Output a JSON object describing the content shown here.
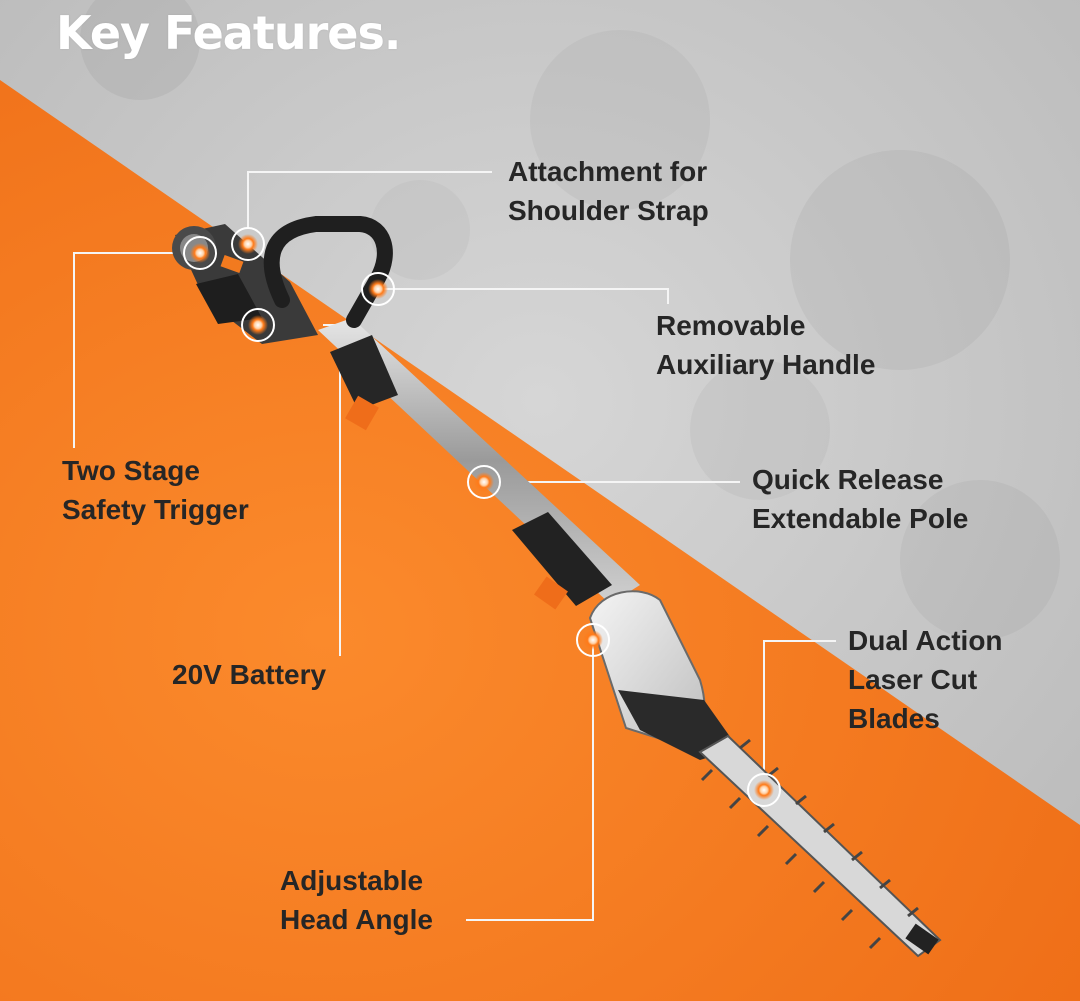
{
  "header": {
    "title": "Key Features."
  },
  "colors": {
    "accent_orange": "#f47a1f",
    "concrete_gray": "#c8c8c8",
    "text_dark": "#262626",
    "callout_line": "#f5f5f5"
  },
  "callouts": {
    "shoulder_strap": {
      "line1": "Attachment for",
      "line2": "Shoulder Strap"
    },
    "auxiliary_handle": {
      "line1": "Removable",
      "line2": "Auxiliary Handle"
    },
    "safety_trigger": {
      "line1": "Two Stage",
      "line2": "Safety Trigger"
    },
    "extendable_pole": {
      "line1": "Quick Release",
      "line2": "Extendable Pole"
    },
    "battery": {
      "line1": "20V Battery"
    },
    "blades": {
      "line1": "Dual Action",
      "line2": "Laser Cut",
      "line3": "Blades"
    },
    "head_angle": {
      "line1": "Adjustable",
      "line2": "Head Angle"
    }
  },
  "product_image": {
    "icon": "pole-hedge-trimmer-icon"
  }
}
